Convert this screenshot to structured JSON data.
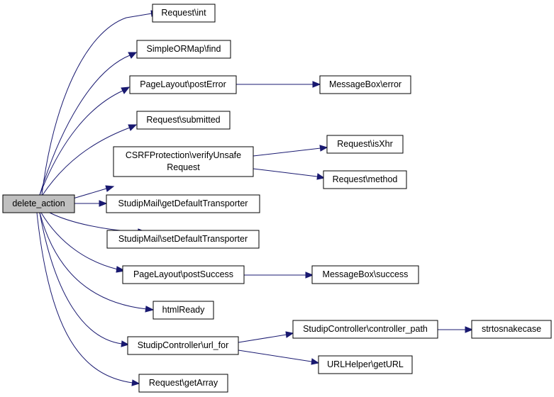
{
  "diagram": {
    "nodes": {
      "root": "delete_action",
      "n1": "Request\\int",
      "n2": "SimpleORMap\\find",
      "n3": "PageLayout\\postError",
      "n4": "MessageBox\\error",
      "n5": "Request\\submitted",
      "n6a": "CSRFProtection\\verifyUnsafe",
      "n6b": "Request",
      "n7": "Request\\isXhr",
      "n8": "Request\\method",
      "n9": "StudipMail\\getDefaultTransporter",
      "n10": "StudipMail\\setDefaultTransporter",
      "n11": "PageLayout\\postSuccess",
      "n12": "MessageBox\\success",
      "n13": "htmlReady",
      "n14": "StudipController\\url_for",
      "n15": "StudipController\\controller_path",
      "n16": "strtosnakecase",
      "n17": "URLHelper\\getURL",
      "n18": "Request\\getArray"
    },
    "colors": {
      "edge": "#191970",
      "root_fill": "#bfbfbf",
      "node_fill": "#ffffff",
      "node_stroke": "#000000"
    }
  }
}
